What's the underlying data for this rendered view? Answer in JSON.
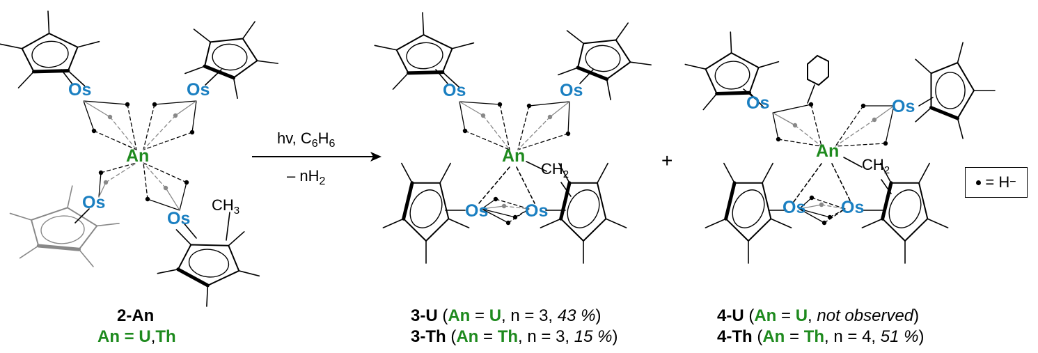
{
  "atoms": {
    "os": "Os",
    "an": "An",
    "ch3": "CH3",
    "ch2": "CH2"
  },
  "colors": {
    "os": "#1a7fc1",
    "an": "#1e8a1e",
    "hydride_gray": "#888888",
    "black": "#000000"
  },
  "arrow": {
    "conditions_top": "hv, C6H6",
    "conditions_bottom": "– nH2"
  },
  "plus": "+",
  "legend": {
    "symbol": "•",
    "eq": " = H",
    "charge": "−"
  },
  "compounds": {
    "c2": {
      "name": "2-An",
      "an": "An",
      "eq": " = ",
      "u": "U",
      "comma": ",",
      "th": "Th"
    },
    "c3u": {
      "name": "3-U",
      "open": " (",
      "an": "An",
      "eq": " = ",
      "metal": "U",
      "mid": ", n = 3, ",
      "yield": "43 %",
      "close": ")"
    },
    "c3th": {
      "name": "3-Th",
      "open": " (",
      "an": "An",
      "eq": " = ",
      "metal": "Th",
      "mid": ", n = 3, ",
      "yield": "15 %",
      "close": ")"
    },
    "c4u": {
      "name": "4-U",
      "open": " (",
      "an": "An",
      "eq": " = ",
      "metal": "U",
      "mid": ", ",
      "yield": "not observed",
      "close": ")"
    },
    "c4th": {
      "name": "4-Th",
      "open": " (",
      "an": "An",
      "eq": " = ",
      "metal": "Th",
      "mid": ", n = 4, ",
      "yield": "51 %",
      "close": ")"
    }
  }
}
